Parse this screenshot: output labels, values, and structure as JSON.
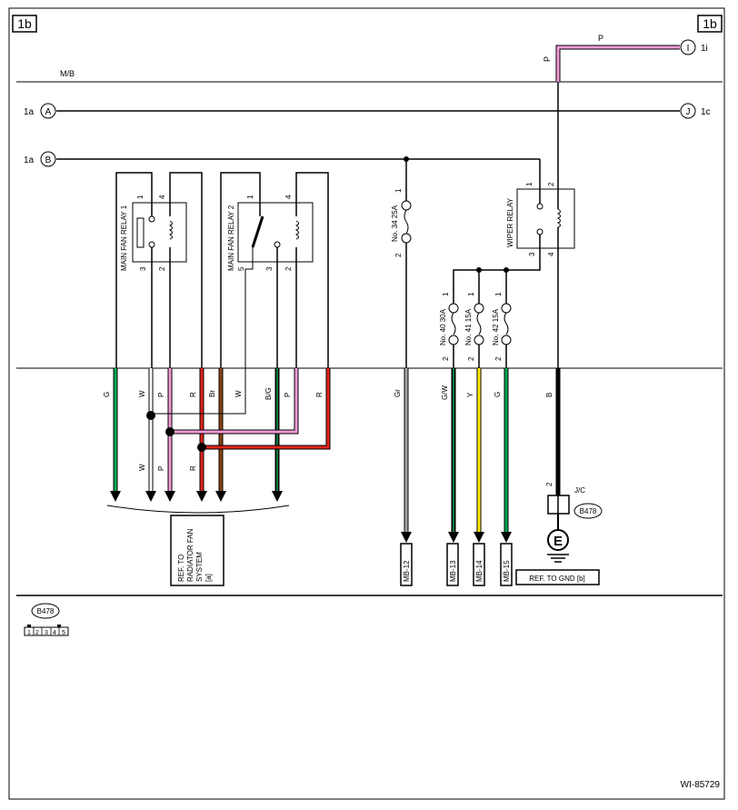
{
  "header": {
    "page_tag_left": "1b",
    "page_tag_right": "1b",
    "figure_id": "WI-85729"
  },
  "bus": {
    "mb_label": "M/B"
  },
  "connectors": {
    "a_left": "1a",
    "a_circle": "A",
    "j_right": "1c",
    "j_circle": "J",
    "b_left": "1a",
    "b_circle": "B",
    "i_right": "1i",
    "i_circle": "I"
  },
  "relays": {
    "fan1": {
      "name": "MAIN FAN RELAY 1",
      "pins": [
        "1",
        "4",
        "3",
        "2"
      ]
    },
    "fan2": {
      "name": "MAIN FAN RELAY 2",
      "pins": [
        "1",
        "4",
        "5",
        "3",
        "2"
      ]
    },
    "wiper": {
      "name": "WIPER RELAY",
      "pins": [
        "1",
        "2",
        "3",
        "4"
      ]
    }
  },
  "fuses": [
    {
      "label": "No. 34  25A",
      "pin_top": "1",
      "pin_bottom": "2"
    },
    {
      "label": "No. 40  30A",
      "pin_top": "1",
      "pin_bottom": "2"
    },
    {
      "label": "No. 41  15A",
      "pin_top": "1",
      "pin_bottom": "2"
    },
    {
      "label": "No. 42  15A",
      "pin_top": "1",
      "pin_bottom": "2"
    }
  ],
  "wires": {
    "top_p": "P",
    "top_p_vert": "P",
    "left_upper": [
      "G",
      "W",
      "P",
      "R",
      "Br",
      "W",
      "B/G",
      "P",
      "R"
    ],
    "left_lower": [
      "W",
      "P",
      "R"
    ],
    "right": [
      "Gr",
      "G/W",
      "Y",
      "G",
      "B"
    ]
  },
  "refs": {
    "radiator": [
      "REF. TO",
      "RADIATOR FAN",
      "SYSTEM",
      "[a]"
    ],
    "gnd": "REF. TO GND [b]",
    "mb12": "MB-12",
    "mb13": "MB-13",
    "mb14": "MB-14",
    "mb15": "MB-15"
  },
  "joint": {
    "jc": "J/C",
    "pin": "2",
    "conn": "B478",
    "ground": "E"
  },
  "legend": {
    "conn": "B478",
    "pins": [
      "1",
      "2",
      "3",
      "4",
      "5"
    ]
  },
  "colors": {
    "green": "#00a651",
    "pink": "#f59ad9",
    "red": "#e2231a",
    "brown": "#8b4513",
    "yellow": "#ffee00",
    "gray": "#a6a6a6"
  }
}
